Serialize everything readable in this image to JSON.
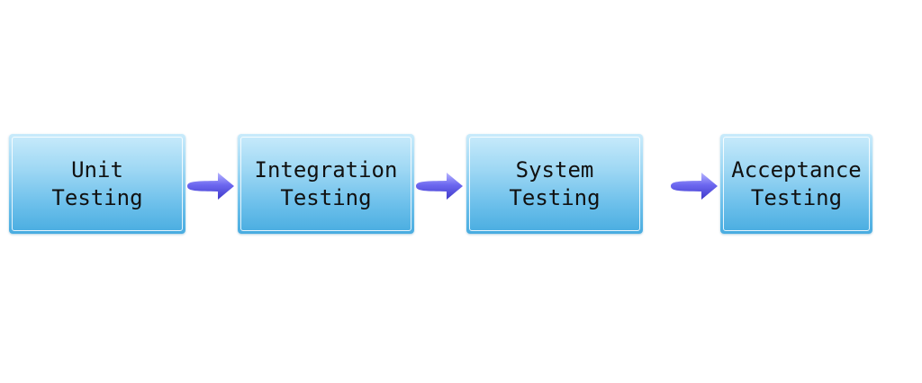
{
  "diagram": {
    "steps": [
      {
        "id": "unit",
        "line1": "Unit",
        "line2": "Testing"
      },
      {
        "id": "integration",
        "line1": "Integration",
        "line2": "Testing"
      },
      {
        "id": "system",
        "line1": "System",
        "line2": "Testing"
      },
      {
        "id": "acceptance",
        "line1": "Acceptance",
        "line2": "Testing"
      }
    ],
    "colors": {
      "box_fill_top": "#c9ebfb",
      "box_fill_bottom": "#48ace0",
      "arrow_fill": "#5a55e6",
      "arrow_highlight": "#b7b5ff"
    },
    "arrows": [
      {
        "from": "unit",
        "to": "integration",
        "icon": "right-arrow-icon"
      },
      {
        "from": "integration",
        "to": "system",
        "icon": "right-arrow-icon"
      },
      {
        "from": "system",
        "to": "acceptance",
        "icon": "right-arrow-icon"
      }
    ]
  }
}
